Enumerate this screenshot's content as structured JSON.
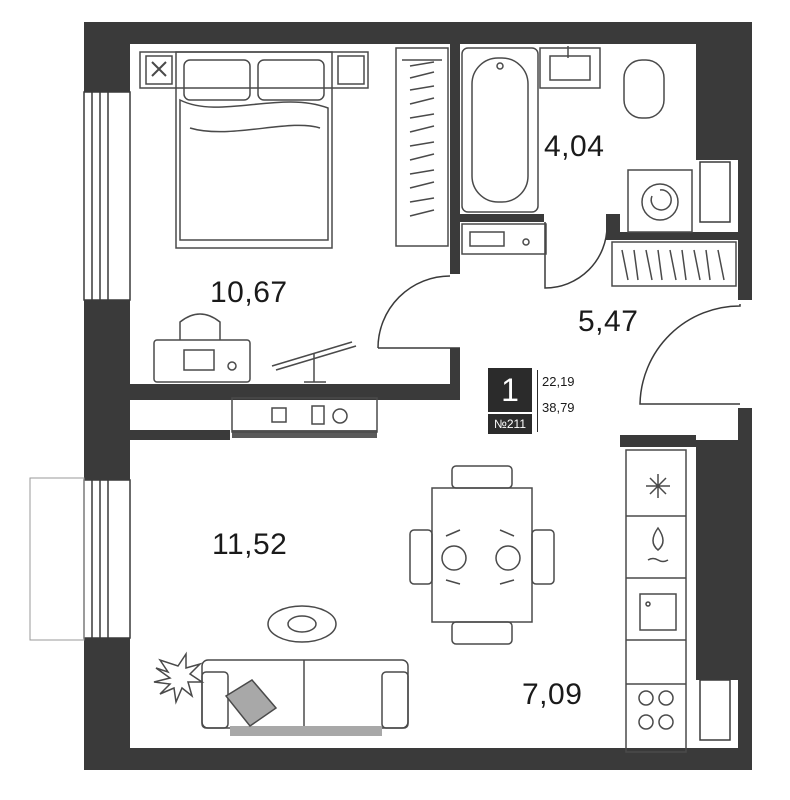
{
  "rooms": {
    "bedroom_area": "10,67",
    "bathroom_area": "4,04",
    "hallway_area": "5,47",
    "living_area": "11,52",
    "kitchen_area": "7,09"
  },
  "apartment": {
    "rooms_count": "1",
    "number": "№211",
    "living_area": "22,19",
    "total_area": "38,79"
  },
  "colors": {
    "wall": "#3a3a3a",
    "line": "#4a4a4a",
    "accent_gray": "#a8a8a8"
  }
}
